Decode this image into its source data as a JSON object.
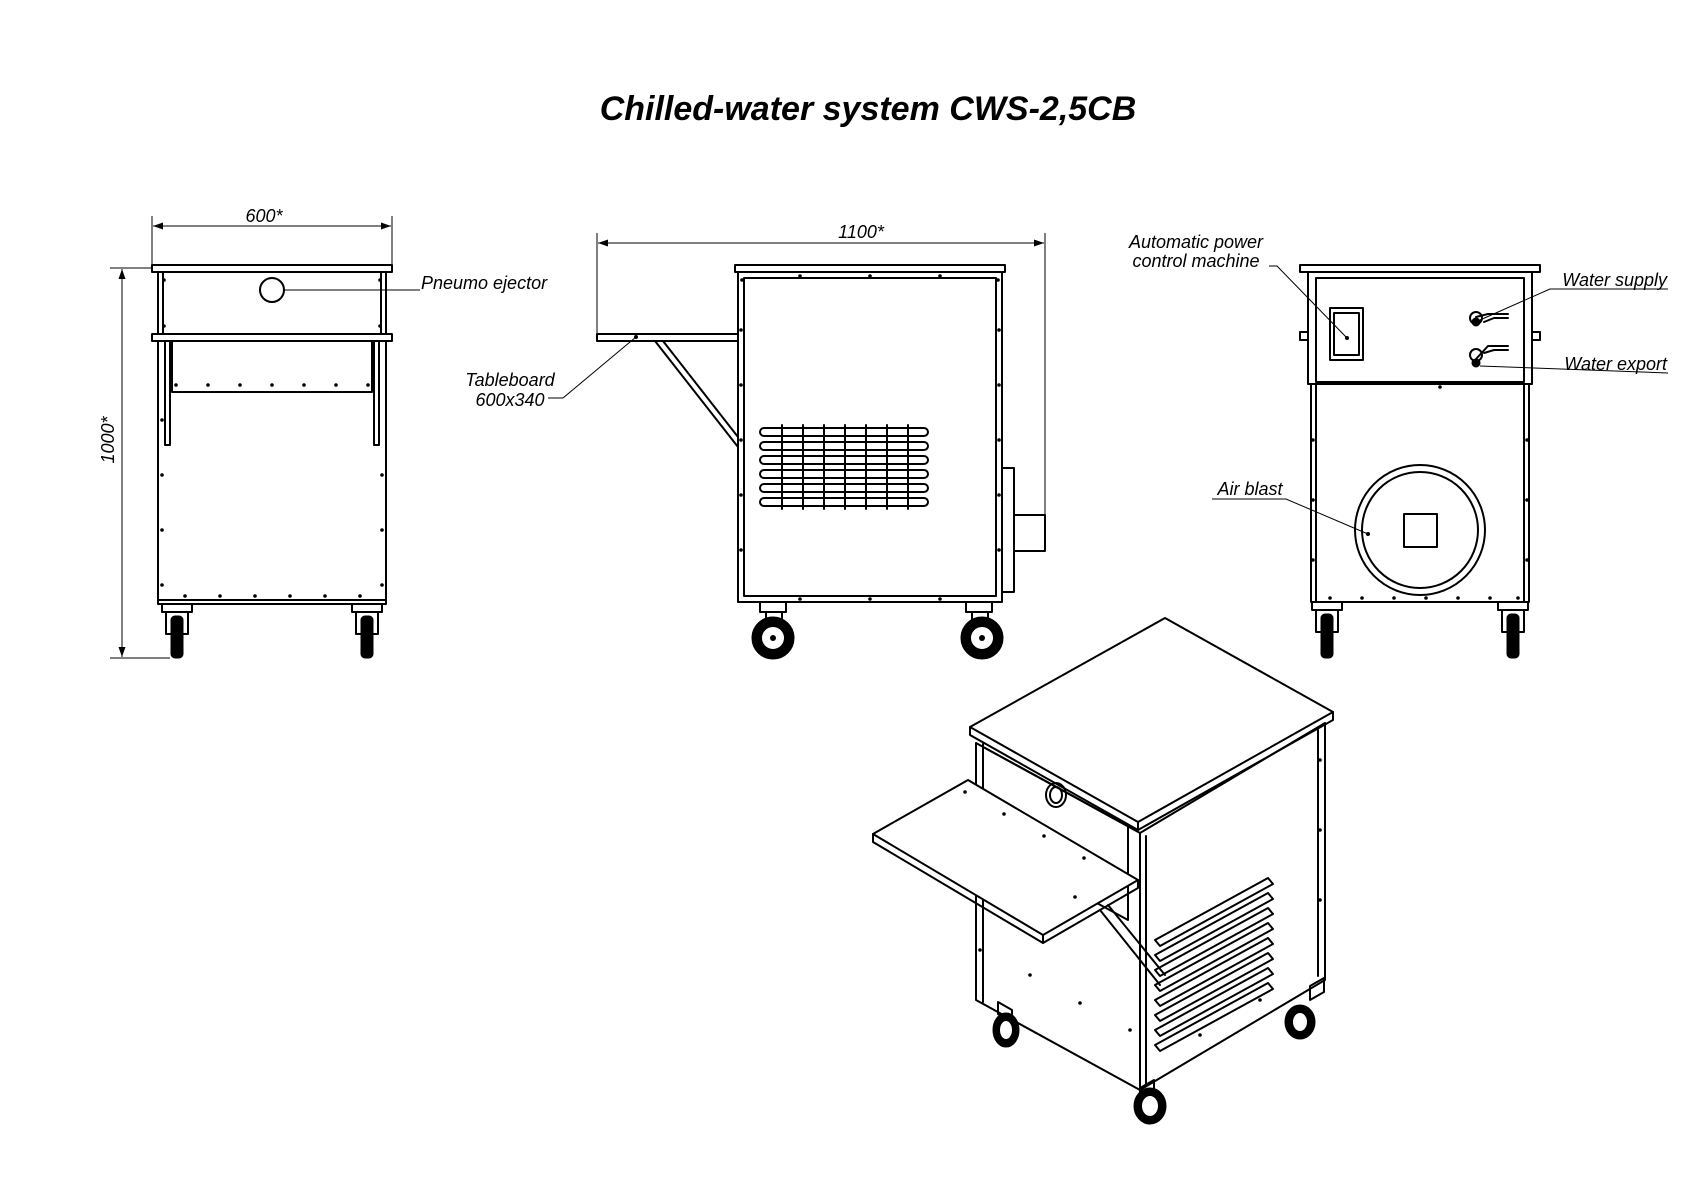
{
  "title": "Chilled-water system CWS-2,5CB",
  "dimensions": {
    "width": "600*",
    "length": "1100*",
    "height": "1000*"
  },
  "labels": {
    "pneumo_ejector": "Pneumo ejector",
    "tableboard_line1": "Tableboard",
    "tableboard_line2": "600x340",
    "automatic_power_line1": "Automatic power",
    "automatic_power_line2": "control machine",
    "water_supply": "Water supply",
    "water_export": "Water export",
    "air_blast": "Air blast"
  },
  "colors": {
    "line": "#000000",
    "background": "#ffffff"
  }
}
